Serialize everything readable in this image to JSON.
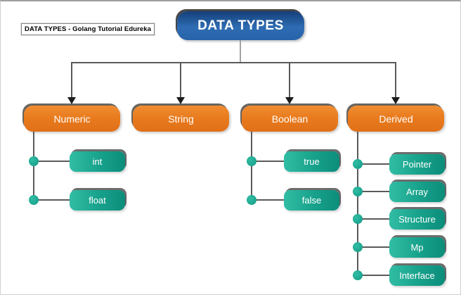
{
  "diagram": {
    "watermark": "DATA TYPES - Golang Tutorial Edureka",
    "root_label": "DATA TYPES",
    "branches": [
      {
        "label": "Numeric",
        "children": [
          "int",
          "float"
        ]
      },
      {
        "label": "String",
        "children": []
      },
      {
        "label": "Boolean",
        "children": [
          "true",
          "false"
        ]
      },
      {
        "label": "Derived",
        "children": [
          "Pointer",
          "Array",
          "Structure",
          "Mp",
          "Interface"
        ]
      }
    ],
    "colors": {
      "root_fill": "#2a66ae",
      "branch_fill": "#e8791c",
      "leaf_fill": "#17a18b",
      "connector": "#5a5a5a",
      "dot": "#1caf96",
      "text": "#ffffff"
    }
  }
}
